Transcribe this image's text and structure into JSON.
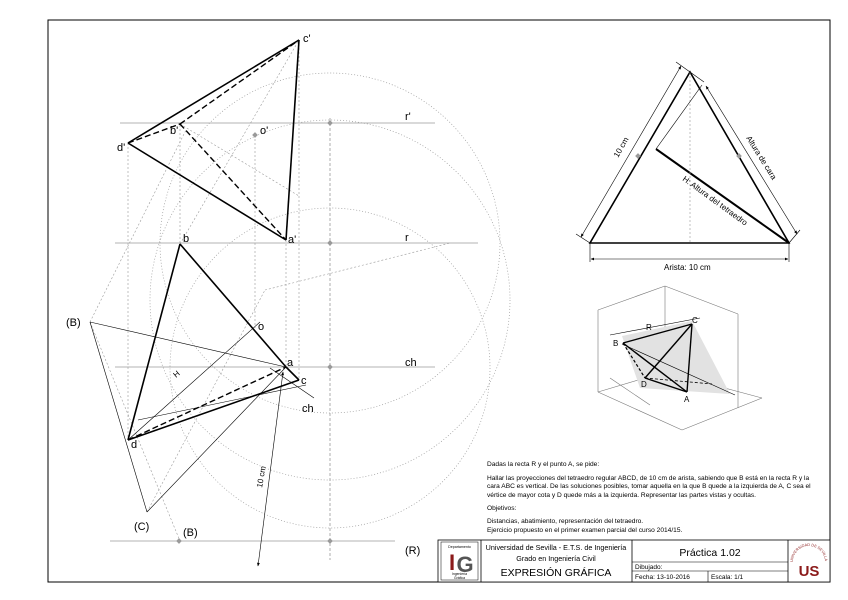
{
  "main_drawing": {
    "points": {
      "c_prime": "c'",
      "b_prime": "b'",
      "o_prime": "o'",
      "d_prime": "d'",
      "a_prime": "a'",
      "b": "b",
      "o": "o",
      "a": "a",
      "c": "c",
      "d": "d",
      "B_abat": "(B)",
      "C_abat": "(C)",
      "B_abat2": "(B)"
    },
    "lines": {
      "r_prime": "r'",
      "r": "r",
      "ch_right": "ch",
      "ch_slanted": "ch",
      "R": "(R)",
      "H": "H"
    },
    "dimension_10cm": "10 cm"
  },
  "triangle_detail": {
    "edge_label": "10 cm",
    "face_height": "Altura de cara",
    "tetra_height": "H: Altura del tetraedro",
    "base_label": "Arista: 10 cm"
  },
  "iso_view": {
    "B": "B",
    "R": "R",
    "C": "C",
    "D": "D",
    "A": "A"
  },
  "statement": {
    "intro": "Dadas la recta R y el punto A, se pide:",
    "task": "Hallar las proyecciones del tetraedro regular ABCD, de 10 cm de arista, sabiendo que B está en la recta R y la cara ABC es vertical. De las soluciones posibles, tomar aquella en la que B quede a la izquierda de A, C sea el vértice de mayor cota y D quede más a la izquierda. Representar las partes vistas y ocultas.",
    "objectives_title": "Objetivos:",
    "objectives_1": "Distancias, abatimiento, representación del tetraedro.",
    "objectives_2": "Ejercicio propuesto en el primer examen parcial del curso 2014/15."
  },
  "title_block": {
    "dept_line1": "Departamento",
    "dept_line2": "Ingeniería",
    "dept_line3": "Gráfica",
    "university": "Universidad de Sevilla - E.T.S. de Ingeniería",
    "degree": "Grado en Ingeniería Civil",
    "subject": "EXPRESIÓN GRÁFICA",
    "practice": "Práctica 1.02",
    "drawn_label": "Dibujado:",
    "date_label": "Fecha: 13-10-2016",
    "scale_label": "Escala: 1/1",
    "us_seal_text": "UNIVERSIDAD DE SEVILLA",
    "us_letters": "US"
  }
}
